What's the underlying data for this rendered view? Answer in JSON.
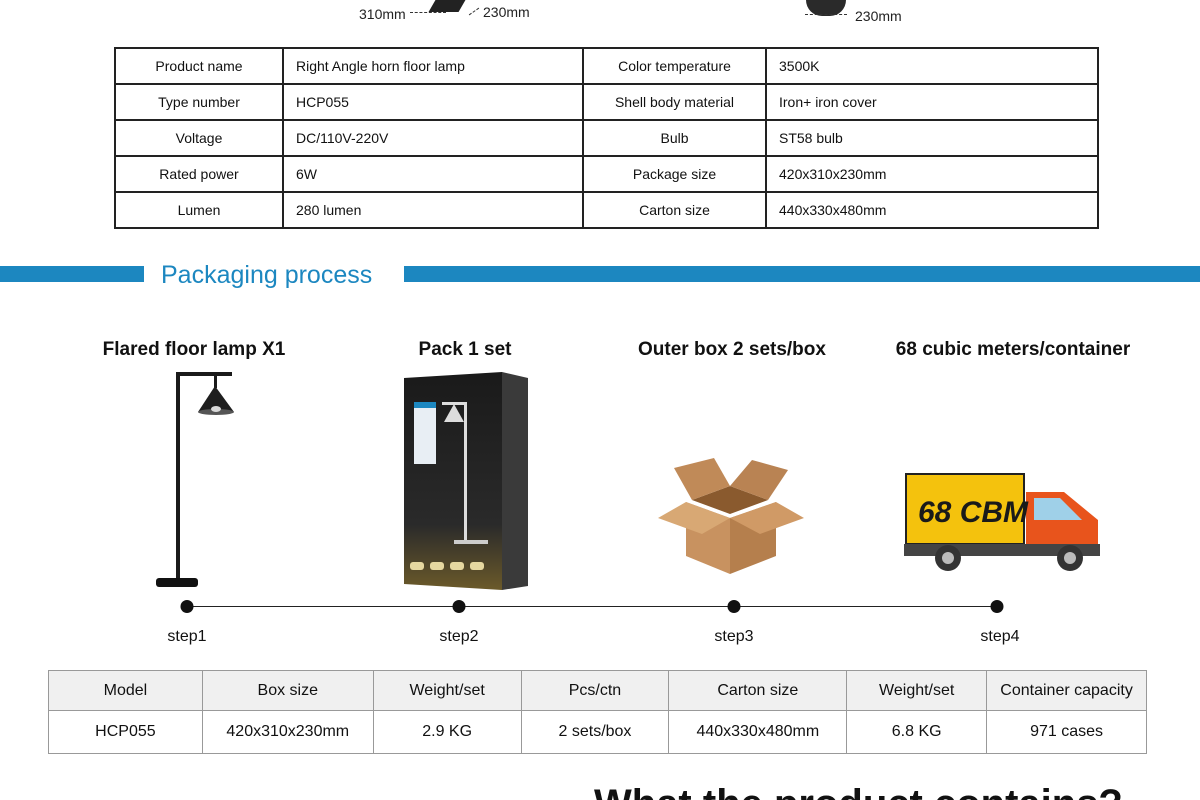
{
  "top_dims": {
    "left_width": "310mm",
    "left_depth": "230mm",
    "right_depth": "230mm"
  },
  "spec": {
    "rows": [
      {
        "label1": "Product name",
        "value1": "Right Angle horn floor lamp",
        "label2": "Color temperature",
        "value2": "3500K"
      },
      {
        "label1": "Type number",
        "value1": "HCP055",
        "label2": "Shell body material",
        "value2": "Iron+ iron cover"
      },
      {
        "label1": "Voltage",
        "value1": "DC/110V-220V",
        "label2": "Bulb",
        "value2": "ST58 bulb"
      },
      {
        "label1": "Rated power",
        "value1": "6W",
        "label2": "Package size",
        "value2": "420x310x230mm"
      },
      {
        "label1": "Lumen",
        "value1": "280 lumen",
        "label2": "Carton size",
        "value2": "440x330x480mm"
      }
    ]
  },
  "section": {
    "title": "Packaging process",
    "accent_color": "#1c87c0"
  },
  "steps": [
    {
      "title": "Flared floor lamp X1",
      "label": "step1",
      "icon": "floor-lamp-icon"
    },
    {
      "title": "Pack 1 set",
      "label": "step2",
      "icon": "product-box-icon"
    },
    {
      "title": "Outer box 2 sets/box",
      "label": "step3",
      "icon": "carton-box-icon"
    },
    {
      "title": "68 cubic meters/container",
      "label": "step4",
      "icon": "truck-icon"
    }
  ],
  "truck_text": "68 CBM",
  "package": {
    "headers": [
      "Model",
      "Box size",
      "Weight/set",
      "Pcs/ctn",
      "Carton size",
      "Weight/set",
      "Container capacity"
    ],
    "row": [
      "HCP055",
      "420x310x230mm",
      "2.9 KG",
      "2 sets/box",
      "440x330x480mm",
      "6.8 KG",
      "971 cases"
    ]
  },
  "bottom_heading": "What the product contains?"
}
